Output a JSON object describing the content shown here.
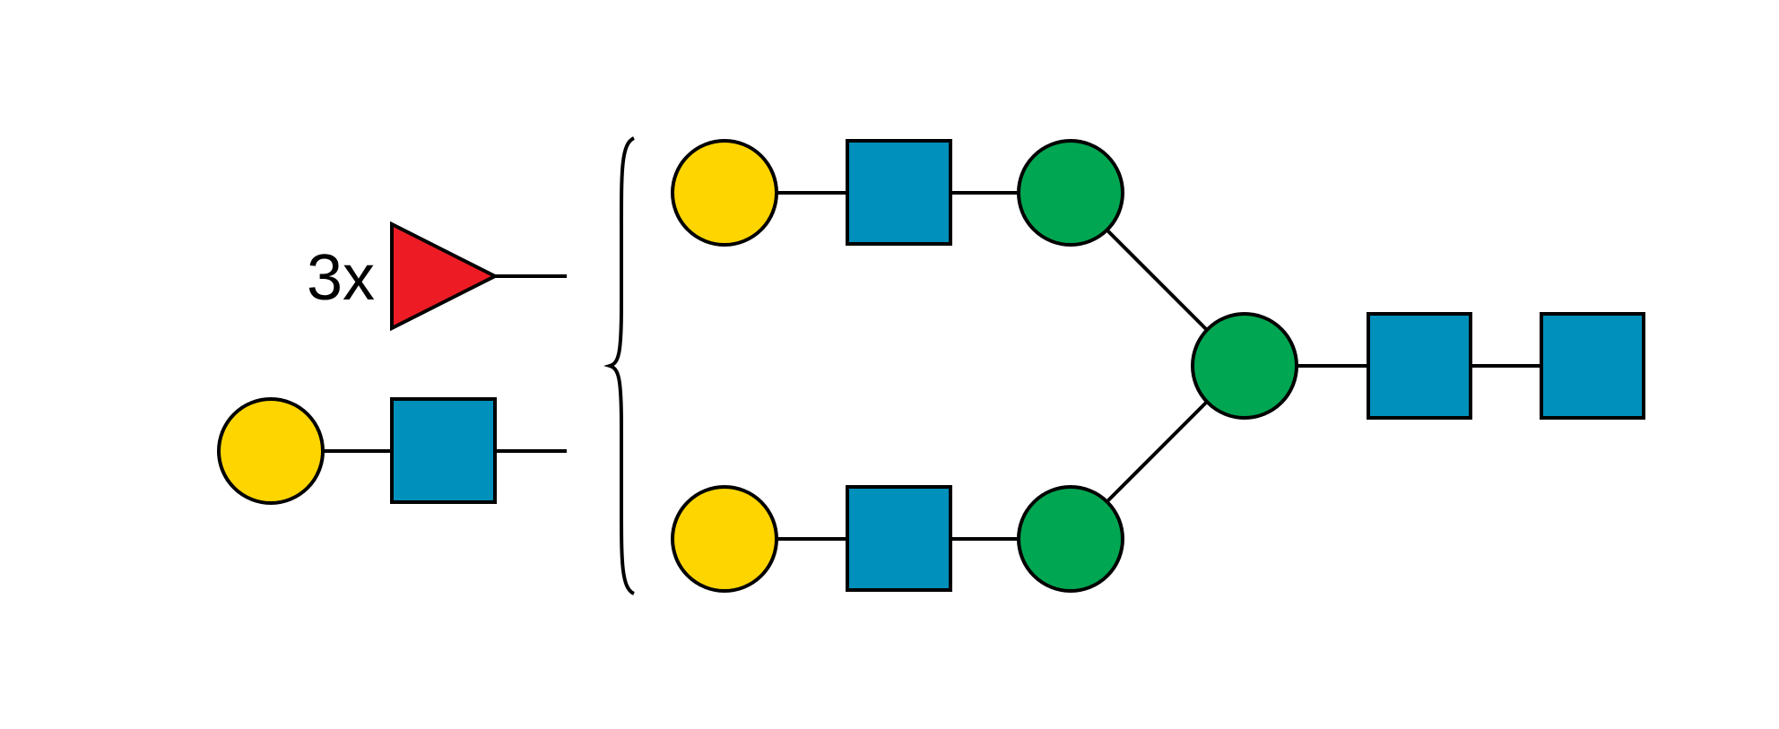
{
  "legend": {
    "fucose_multiplier": "3x"
  },
  "colors": {
    "galactose": "#FFD500",
    "glcnac": "#0090BC",
    "mannose": "#00A651",
    "fucose": "#ED1C24",
    "line": "#000000"
  },
  "symbols": {
    "galactose": "yellow-circle",
    "glcnac": "blue-square",
    "mannose": "green-circle",
    "fucose": "red-triangle"
  }
}
